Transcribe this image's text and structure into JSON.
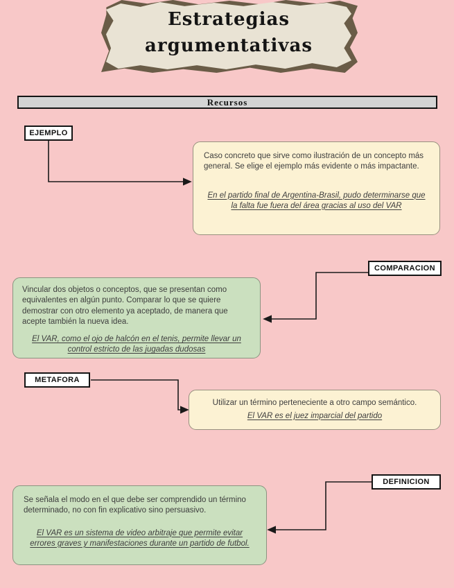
{
  "banner": {
    "title_line1": "Estrategias",
    "title_line2": "argumentativas"
  },
  "recursos_bar": {
    "label": "Recursos"
  },
  "resources": [
    {
      "id": "ejemplo",
      "label": "EJEMPLO",
      "description": "Caso concreto que sirve como ilustración de un concepto más general. Se elige el ejemplo más evidente o más impactante.",
      "example": "En el partido final de Argentina-Brasil, pudo determinarse que la falta fue fuera del área gracias al uso del VAR"
    },
    {
      "id": "comparacion",
      "label": "COMPARACION",
      "description": "Vincular dos objetos o conceptos, que se presentan como equivalentes en algún punto. Comparar lo que se quiere demostrar con otro elemento ya aceptado, de manera que acepte también la nueva idea.",
      "example": "El VAR, como el ojo de halcón en el tenis, permite llevar un control estricto de las jugadas dudosas"
    },
    {
      "id": "metafora",
      "label": "METAFORA",
      "description": "Utilizar un término perteneciente a otro campo semántico.",
      "example": "El VAR es el juez imparcial del partido"
    },
    {
      "id": "definicion",
      "label": "DEFINICION",
      "description": "Se señala el modo en el que debe ser comprendido un término determinado, no con fin explicativo sino persuasivo.",
      "example": "El VAR es un sistema de video arbitraje que permite evitar errores graves y manifestaciones durante un partido de futbol."
    }
  ],
  "colors": {
    "background": "#f8c8c8",
    "paper": "#e9e3d4",
    "paper_shadow": "#6a5c47",
    "bar_fill": "#d4d4d4",
    "yellow_box": "#fcf2d3",
    "green_box": "#cbe0bf",
    "label_fill": "#ffffff",
    "line_color": "#1a1a1a",
    "text_color": "#3d3d3d"
  }
}
